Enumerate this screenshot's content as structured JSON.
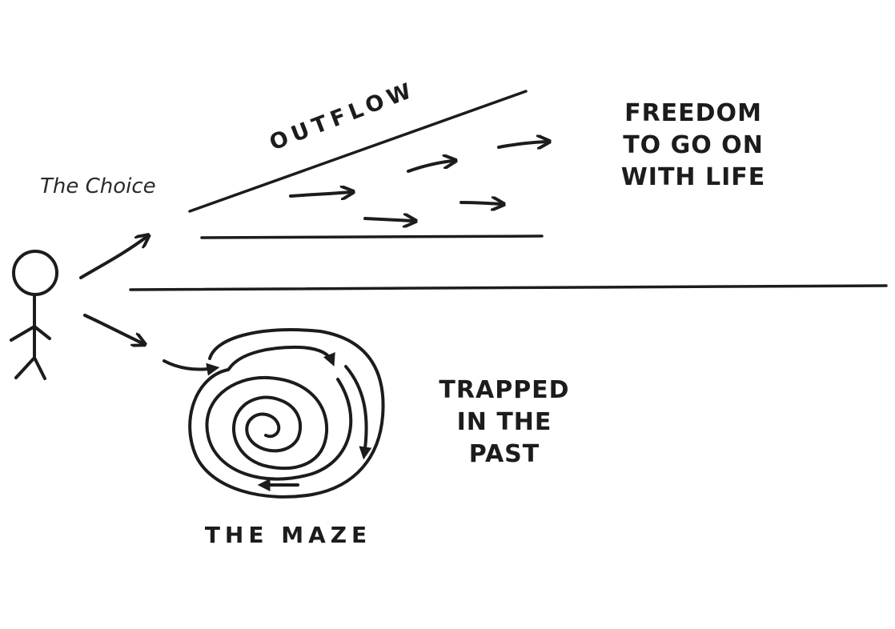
{
  "choice_label": "The Choice",
  "outflow_label": "OUTFLOW",
  "freedom_lines": [
    "FREEDOM",
    "TO GO ON",
    "WITH LIFE"
  ],
  "trapped_lines": [
    "TRAPPED",
    "IN THE",
    "PAST"
  ],
  "maze_label": "THE MAZE"
}
